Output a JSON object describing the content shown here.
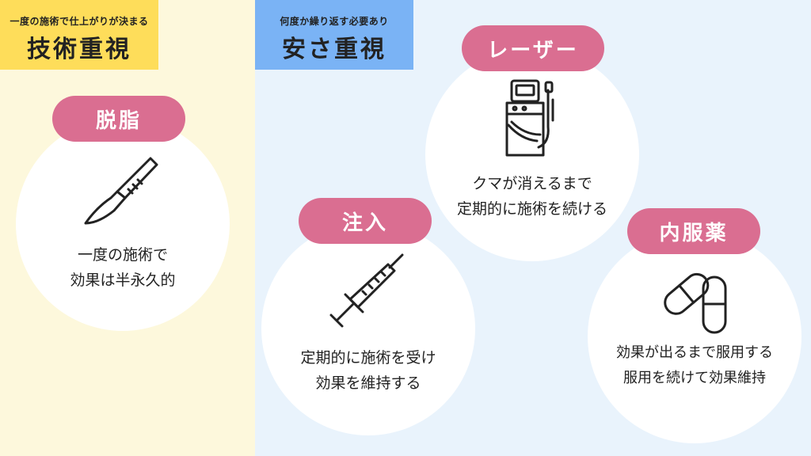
{
  "left": {
    "header": {
      "subtitle": "一度の施術で仕上がりが決まる",
      "title": "技術重視"
    },
    "items": [
      {
        "label": "脱脂",
        "icon": "scalpel-icon",
        "lines": [
          "一度の施術で",
          "効果は半永久的"
        ]
      }
    ]
  },
  "right": {
    "header": {
      "subtitle": "何度か繰り返す必要あり",
      "title": "安さ重視"
    },
    "items": [
      {
        "label": "レーザー",
        "icon": "laser-machine-icon",
        "lines": [
          "クマが消えるまで",
          "定期的に施術を続ける"
        ]
      },
      {
        "label": "注入",
        "icon": "syringe-icon",
        "lines": [
          "定期的に施術を受け",
          "効果を維持する"
        ]
      },
      {
        "label": "内服薬",
        "icon": "capsule-pill-icon",
        "lines": [
          "効果が出るまで服用する",
          "服用を続けて効果維持"
        ]
      }
    ]
  },
  "colors": {
    "left_bg": "#fdf8dc",
    "left_tag": "#fedd5a",
    "right_bg": "#e9f3fc",
    "right_tag": "#7ab3f5",
    "pill": "#da6e91"
  }
}
